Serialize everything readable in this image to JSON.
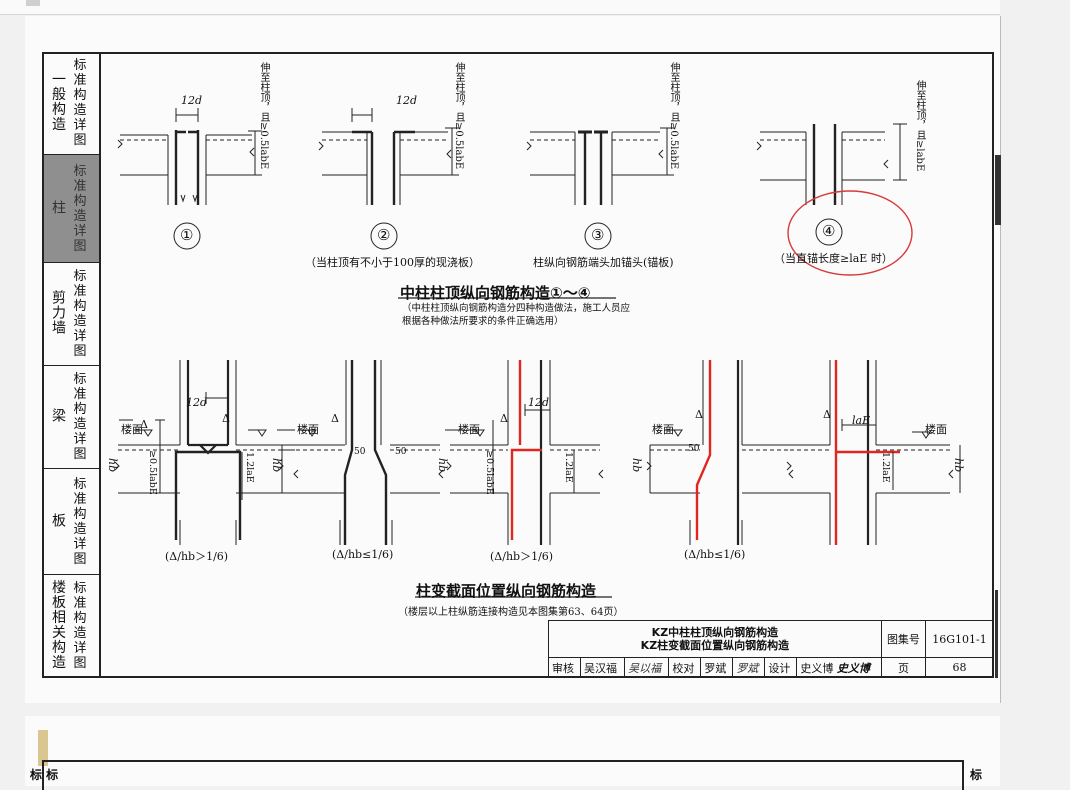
{
  "sidebar": [
    {
      "main": "一般构造",
      "sub": "标准构造详图",
      "active": false
    },
    {
      "main": "柱",
      "sub": "标准构造详图",
      "active": true
    },
    {
      "main": "剪力墙",
      "sub": "标准构造详图",
      "active": false
    },
    {
      "main": "梁",
      "sub": "标准构造详图",
      "active": false
    },
    {
      "main": "板",
      "sub": "标准构造详图",
      "active": false
    },
    {
      "main": "楼板相关构造",
      "sub": "标准构造详图",
      "active": false
    }
  ],
  "section1": {
    "nodes": [
      "①",
      "②",
      "③",
      "④"
    ],
    "dim_12d": "12d",
    "dim_a": "伸至柱顶，且≥0.5labE",
    "dim_b": "伸至柱顶，且≥labE",
    "cap2": "（当柱顶有不小于100厚的现浇板）",
    "cap3": "柱纵向钢筋端头加锚头(锚板)",
    "cap4": "（当直锚长度≥laE 时）",
    "title": "中柱柱顶纵向钢筋构造①～④",
    "note": "（中柱柱顶纵向钢筋构造分四种构造做法，施工人员应根据各种做法所要求的条件正确选用）"
  },
  "section2": {
    "floor": "楼面",
    "delta": "Δ",
    "hb": "hb",
    "d50": "50",
    "c1": "(Δ/hb＞1/6)",
    "c2": "(Δ/hb≤1/6)",
    "c3": "(Δ/hb＞1/6)",
    "c4": "(Δ/hb≤1/6)",
    "l1": "≥0.5labE",
    "l2": "1.2laE",
    "l3": "laE",
    "title": "柱变截面位置纵向钢筋构造",
    "note": "（楼层以上柱纵筋连接构造见本图集第63、64页）"
  },
  "titleblock": {
    "title1": "KZ中柱柱顶纵向钢筋构造",
    "title2": "KZ柱变截面位置纵向钢筋构造",
    "atlas_label": "图集号",
    "atlas_no": "16G101-1",
    "page_label": "页",
    "page_no": "68",
    "review": "审核",
    "reviewer": "吴汉福",
    "reviewer_sign": "吴以福",
    "check": "校对",
    "checker": "罗斌",
    "checker_sign": "罗斌",
    "design": "设计",
    "designer": "史义博",
    "designer_sign": "史义博"
  },
  "page2": {
    "left": "标 标",
    "right": "标"
  },
  "colors": {
    "rebar_red": "#e0261f",
    "circle_red": "#d93a3a",
    "frame": "#222222"
  }
}
